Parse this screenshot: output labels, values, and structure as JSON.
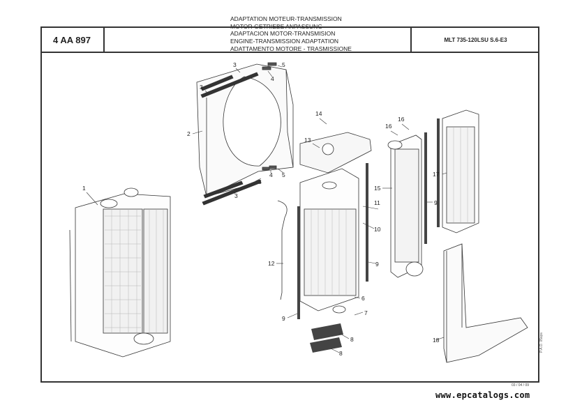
{
  "header": {
    "part_number": "4 AA 897",
    "model": "MLT 735-120LSU S.6-E3",
    "titles": [
      "ADAPTATION MOTEUR-TRANSMISSION",
      "MOTOR-GETRIEBE ANPASSUNG",
      "ADAPTACION MOTOR-TRANSMISION",
      "ENGINE-TRANSMISSION ADAPTATION",
      "ADATTAMENTO MOTORE - TRASMISSIONE"
    ]
  },
  "footer": {
    "date": "03 / 04 / 09",
    "code": "P.A.O. 05sps",
    "website": "www.epcatalogs.com"
  },
  "callouts": {
    "c1": "1",
    "c2": "2",
    "c3a": "3",
    "c3b": "3",
    "c3c": "3",
    "c3d": "3",
    "c4a": "4",
    "c4b": "4",
    "c5a": "5",
    "c5b": "5",
    "c6": "6",
    "c7": "7",
    "c8a": "8",
    "c8b": "8",
    "c9a": "9",
    "c9b": "9",
    "c9c": "9",
    "c10": "10",
    "c11": "11",
    "c12": "12",
    "c13": "13",
    "c14": "14",
    "c15": "15",
    "c16a": "16",
    "c16b": "16",
    "c17": "17",
    "c18": "18"
  }
}
